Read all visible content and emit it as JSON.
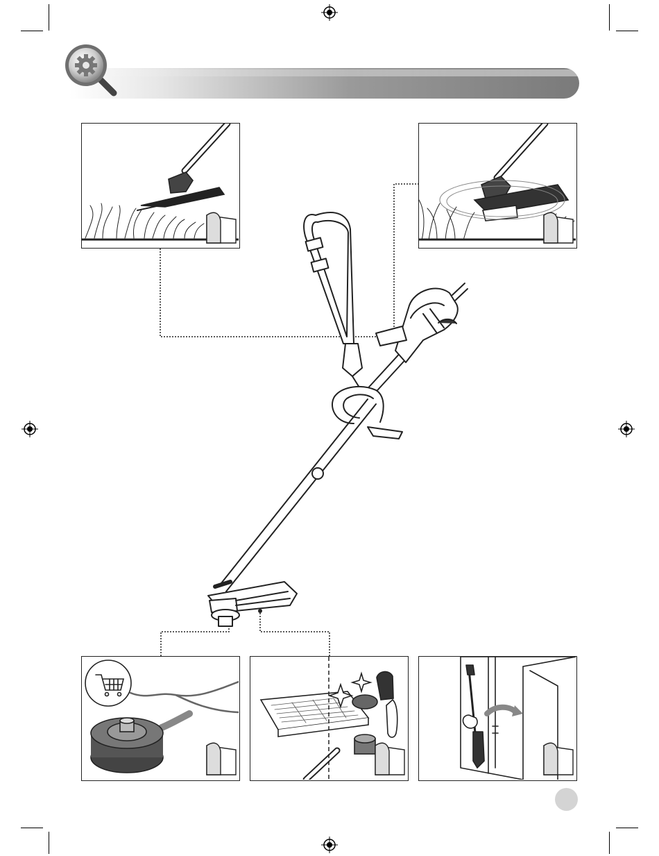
{
  "header": {
    "title": "",
    "icon": "magnifier-gear-icon"
  },
  "page": {
    "number": ""
  },
  "panels": [
    {
      "id": "panel-edge-cutting",
      "icon": "book-reference-icon",
      "scene": "trimmer-head-tilted-edging-icon"
    },
    {
      "id": "panel-grass-trimming",
      "icon": "book-reference-icon",
      "scene": "trimmer-head-cutting-grass-icon"
    },
    {
      "id": "panel-spool-replacement",
      "icon": "book-reference-icon",
      "scene": "shopping-cart-spool-icon"
    },
    {
      "id": "panel-cleaning",
      "icon": "book-reference-icon",
      "scene": "brush-cleaning-guard-icon"
    },
    {
      "id": "panel-storage",
      "icon": "book-reference-icon",
      "scene": "wall-hanging-storage-icon"
    }
  ],
  "colors": {
    "line_art": "#222222",
    "header_dark": "#7a7a7a",
    "badge": "#d4d4d4"
  }
}
